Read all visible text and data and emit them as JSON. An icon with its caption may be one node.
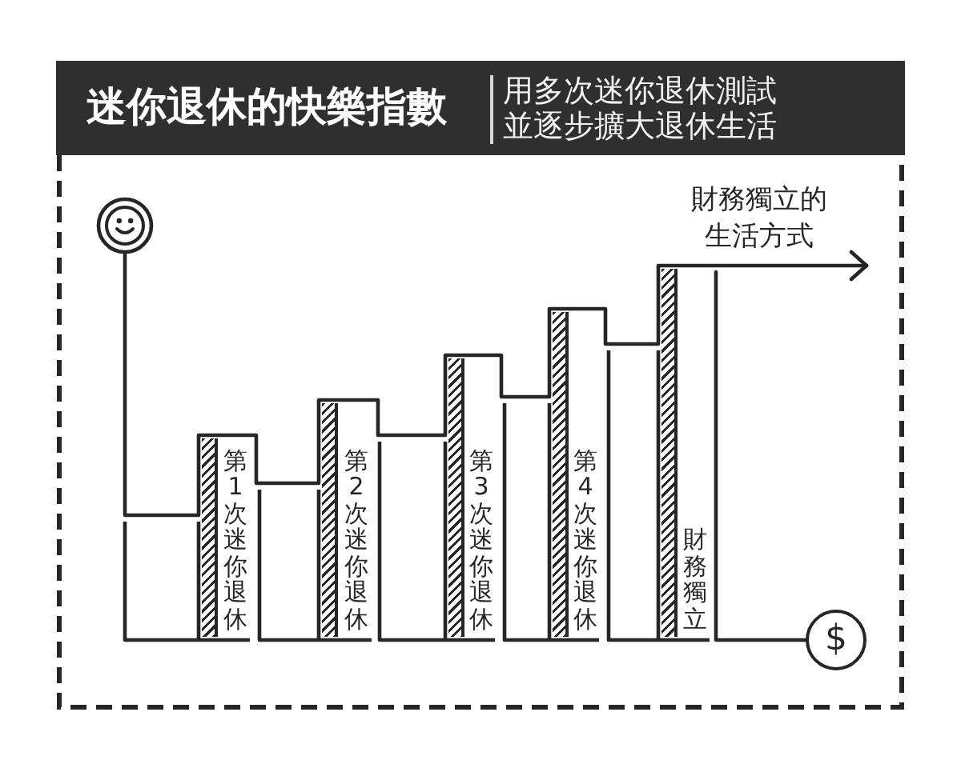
{
  "diagram": {
    "title": "迷你退休的快樂指數",
    "nodes": [
      {
        "text": [],
        "shape": "circle"
      },
      {
        "text": [
          "第1次迷你退休"
        ]
      },
      {
        "text": [
          "第2次迷你退休"
        ]
      },
      {
        "text": [
          "第3次迷你退休"
        ]
      },
      {
        "text": [
          "第4次迷你退休"
        ]
      },
      {
        "text": [
          "財務獨立"
        ]
      },
      {
        "text": [
          "$"
        ]
      }
    ],
    "edges": [
      {
        "from": 0,
        "to": null,
        "arrow": "to",
        "label": "財務獨立的生活方式"
      },
      {
        "from": 5,
        "to": 6,
        "arrow": "none"
      }
    ],
    "labels": [
      "用多次迷你退休測試並逐步擴大退休生活"
    ]
  }
}
